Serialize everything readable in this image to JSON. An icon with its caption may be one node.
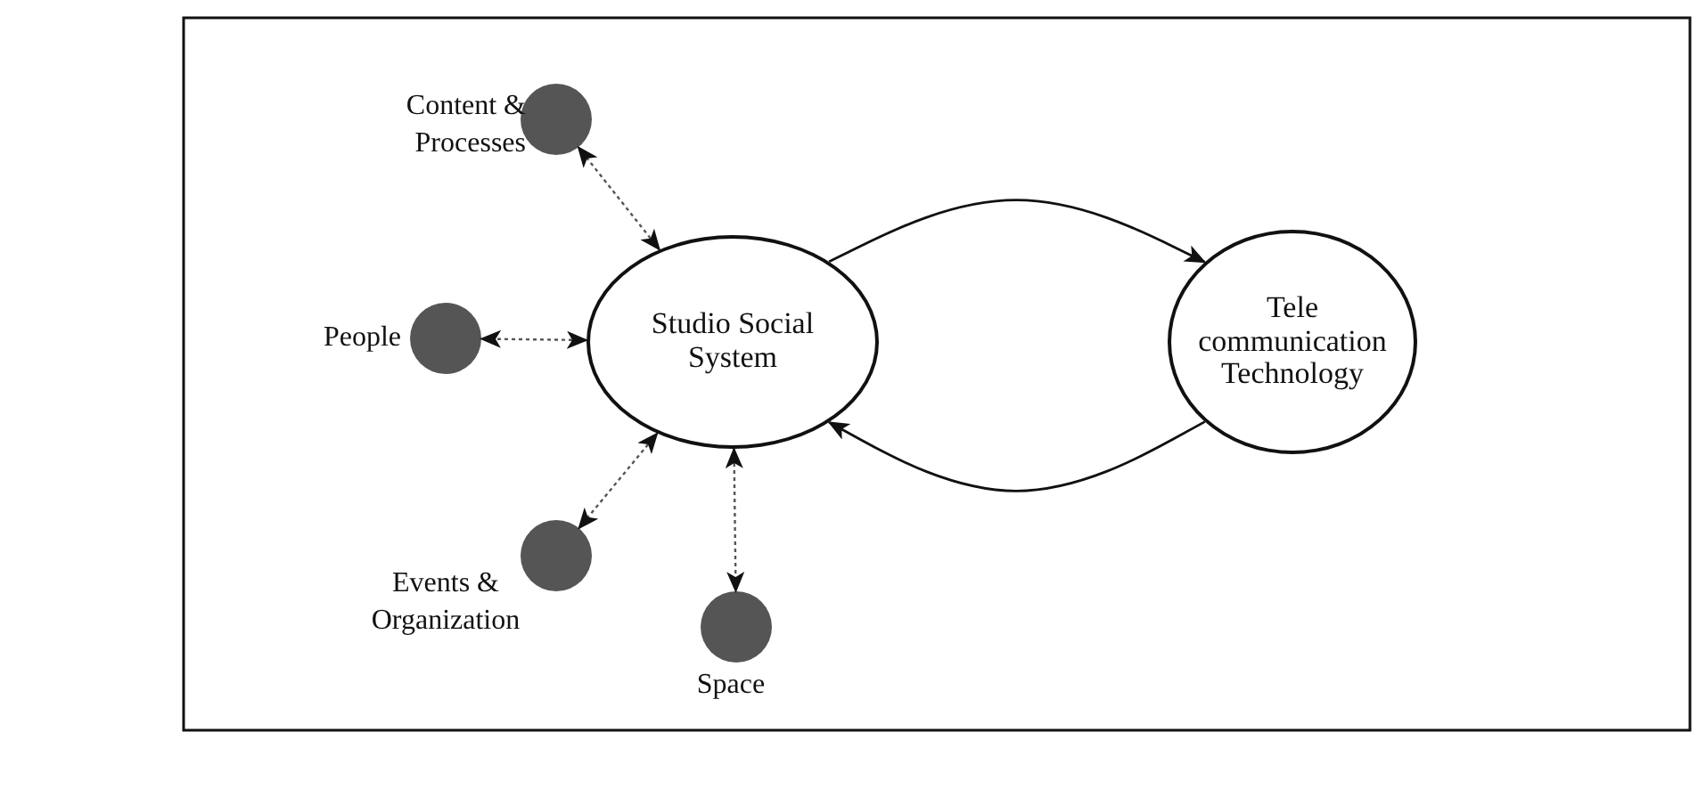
{
  "diagram": {
    "nodes": [
      {
        "text": [
          "Studio Social System"
        ]
      },
      {
        "text": [
          "Tele communication Technology"
        ]
      },
      {
        "text": [],
        "shape": "circle",
        "beside": [
          "Content & Processes"
        ]
      },
      {
        "text": [],
        "shape": "circle",
        "beside": [
          "People"
        ]
      },
      {
        "text": [],
        "shape": "circle",
        "beside": [
          "Events & Organization"
        ]
      },
      {
        "text": [],
        "shape": "circle",
        "beside": [
          "Space"
        ]
      }
    ],
    "edges": [
      {
        "from": 0,
        "to": 1,
        "arrow": "to"
      },
      {
        "from": 1,
        "to": 0,
        "arrow": "to"
      },
      {
        "from": 0,
        "to": 2,
        "arrow": "both",
        "style": "dashed"
      },
      {
        "from": 0,
        "to": 3,
        "arrow": "both",
        "style": "dashed"
      },
      {
        "from": 0,
        "to": 4,
        "arrow": "both",
        "style": "dashed"
      },
      {
        "from": 0,
        "to": 5,
        "arrow": "both",
        "style": "dashed"
      }
    ]
  }
}
